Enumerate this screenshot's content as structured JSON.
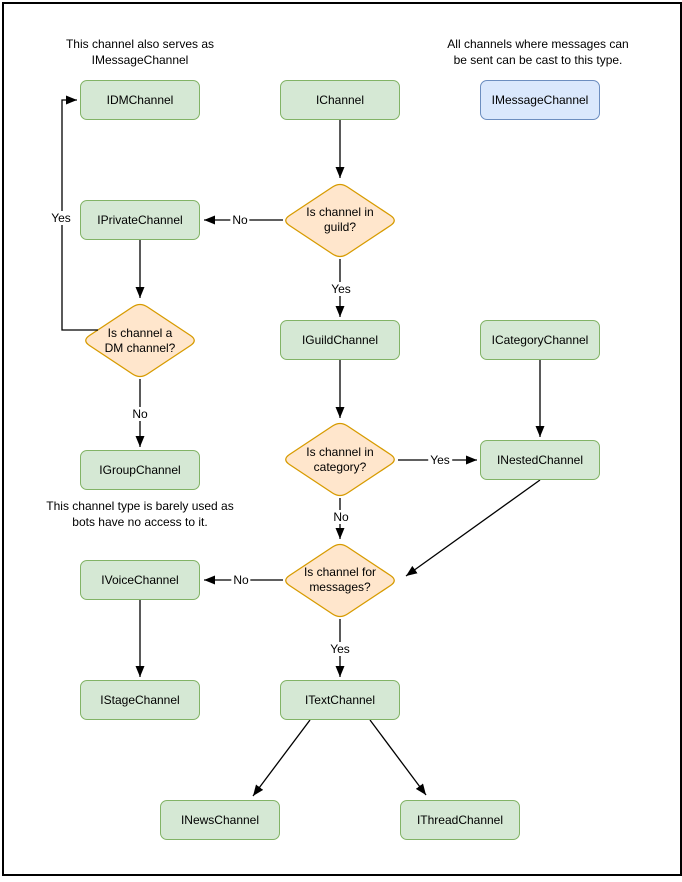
{
  "colors": {
    "node_fill_green": "#d5e8d4",
    "node_border_green": "#82b366",
    "decision_fill_orange": "#ffe6cc",
    "decision_border_orange": "#d79b00",
    "node_fill_blue": "#dae8fc",
    "node_border_blue": "#6c8ebf",
    "edge_color": "#000000"
  },
  "notes": {
    "dm_note": "This channel also serves as\nIMessageChannel",
    "message_note": "All channels where messages can\nbe sent can be cast to this type.",
    "group_note": "This channel type is barely used as\nbots have no access to it."
  },
  "nodes": {
    "idm": "IDMChannel",
    "ichannel": "IChannel",
    "imessage": "IMessageChannel",
    "iprivate": "IPrivateChannel",
    "iguild": "IGuildChannel",
    "icategory": "ICategoryChannel",
    "igroup": "IGroupChannel",
    "inested": "INestedChannel",
    "ivoice": "IVoiceChannel",
    "itext": "ITextChannel",
    "istage": "IStageChannel",
    "inews": "INewsChannel",
    "ithread": "IThreadChannel"
  },
  "decisions": {
    "in_guild": "Is channel in\nguild?",
    "is_dm": "Is channel a\nDM channel?",
    "in_category": "Is channel in\ncategory?",
    "for_messages": "Is channel for\nmessages?"
  },
  "edge_labels": {
    "yes_dm": "Yes",
    "no_guild": "No",
    "yes_guild": "Yes",
    "no_dm": "No",
    "yes_category": "Yes",
    "no_category": "No",
    "no_messages": "No",
    "yes_messages": "Yes"
  }
}
